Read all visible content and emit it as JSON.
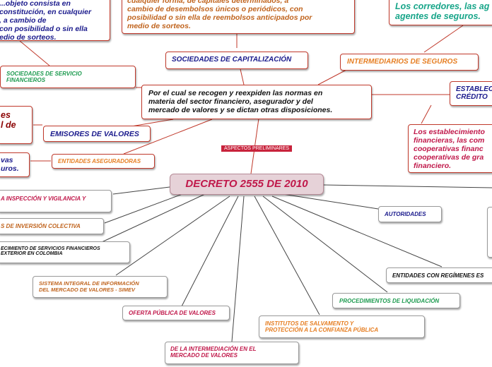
{
  "center": "DECRETO 2555 DE 2010",
  "tag": "ASPECTOS PRELIMINARES",
  "main_desc": "Por el cual se recogen y reexpiden las normas en\nmateria del sector financiero, asegurador y del\nmercado de valores y se dictan otras disposiciones.",
  "top_left_text": "...objeto consista en\nconstitución, en cualquier\n, a cambio de\n con posibilidad o sin ella\nedio de sorteos.",
  "top_mid_text": "cualquier forma, de capitales determinados, a\ncambio de desembolsos únicos o periódicos, con\nposibilidad o sin ella de reembolsos anticipados por\nmedio de sorteos.",
  "top_right_text": "Los corredores, las ag\nagentes de seguros.",
  "sociedades_servicio": "SOCIEDADES DE SERVICIO\nFINANCIEROS",
  "sociedades_cap": "SOCIEDADES DE CAPITALIZACIÓN",
  "intermediarios": "INTERMEDIARIOS DE SEGUROS",
  "establec": "ESTABLEC\nCRÉDITO",
  "es_text": "es\nl de",
  "emisores": "EMISORES DE VALORES",
  "establec_desc": "Los establecimiento\nfinancieras, las com\ncooperativas financ\ncooperativas de gra\nfinanciero.",
  "vas_text": "vas\nuros.",
  "entidades_aseg": "ENTIDADES ASEGURADORAS",
  "inspeccion": "A INSPECCIÓN Y VIGILANCIA Y",
  "inversion": "S DE INVERSIÓN COLECTIVA",
  "ofrecimiento": "ECIMIENTO DE SERVICIOS FINANCIEROS\nEXTERIOR EN COLOMBIA",
  "autoridades": "AUTORIDADES",
  "simev": "SISTEMA INTEGRAL DE INFORMACIÓN\nDEL MERCADO DE VALORES - SIMEV",
  "regimenes": "ENTIDADES CON REGÍMENES ES",
  "oferta": "OFERTA PÚBLICA DE VALORES",
  "liquidacion": "PROCEDIMIENTOS DE LIQUIDACIÓN",
  "institutos": "INSTITUTOS DE SALVAMENTO Y\nPROTECCIÓN A LA CONFIANZA PÚBLICA",
  "intermediacion": "DE LA INTERMEDIACIÓN EN EL\nMERCADO DE VALORES",
  "colors": {
    "red": "#c0184a",
    "navy": "#1a1a8c",
    "orange": "#e67e22",
    "brown": "#c0641e",
    "green": "#1e9b50",
    "teal": "#17a589",
    "darkred": "#8b0000"
  }
}
